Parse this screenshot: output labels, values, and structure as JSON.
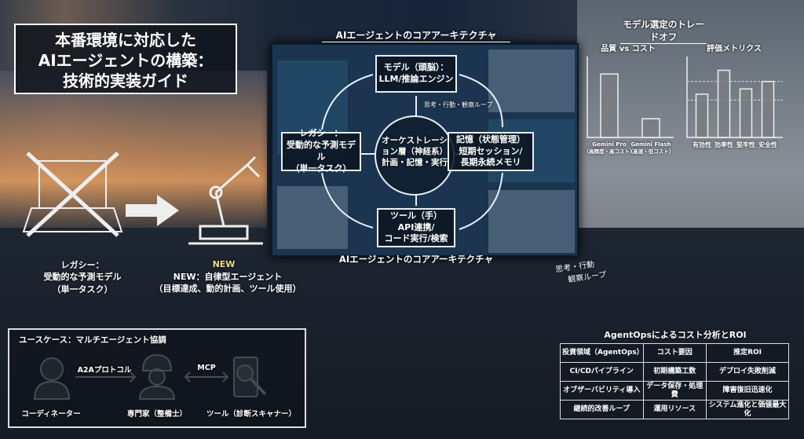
{
  "main_title": {
    "line1": "本番環境に対応した",
    "line2": "AIエージェントの構築：",
    "line3": "技術的実装ガイド"
  },
  "architecture": {
    "title_top": "AIエージェントのコアアーキテクチャ",
    "title_bottom": "AIエージェントのコアアーキテクチャ",
    "model": {
      "line1": "モデル（頭脳）：",
      "line2": "LLM/推論エンジン"
    },
    "loop_label": "思考・行動・観察ループ",
    "legacy": {
      "line1": "レガシー：",
      "line2": "受動的な予測モデル",
      "line3": "（単一タスク）"
    },
    "orchestration": {
      "line1": "オーケストレーシ",
      "line2": "ョン層（神経系）",
      "line3": "計画・記憶・実行"
    },
    "memory": {
      "line1": "記憶（状態管理）",
      "line2": "短期セッション/",
      "line3": "長期永続メモリ"
    },
    "tools": {
      "line1": "ツール（手）",
      "line2": "API連携/",
      "line3": "コード実行/検索"
    }
  },
  "left": {
    "legacy": {
      "line1": "レガシー：",
      "line2": "受動的な予測モデル",
      "line3": "（単一タスク）"
    },
    "new_badge": "NEW",
    "new": {
      "line1": "NEW：自律型エージェント",
      "line2": "（目標達成、動的計画、ツール使用）"
    }
  },
  "handwritten_note": {
    "line1": "思考・行動",
    "line2": "観察ループ"
  },
  "tradeoff": {
    "title": "モデル選定のトレードオフ",
    "charts": [
      {
        "title": "品質 vs コスト",
        "type": "bar",
        "categories": [
          {
            "name": "Gemini Pro",
            "sub": "（高精度・高コスト）"
          },
          {
            "name": "Gemini Flash",
            "sub": "（高速・低コスト）"
          }
        ],
        "values": [
          0.85,
          0.25
        ]
      },
      {
        "title": "評価メトリクス",
        "type": "bar",
        "categories": [
          {
            "name": "有効性",
            "sub": ""
          },
          {
            "name": "効率性",
            "sub": ""
          },
          {
            "name": "堅牢性",
            "sub": ""
          },
          {
            "name": "安全性",
            "sub": ""
          }
        ],
        "values": [
          0.58,
          0.9,
          0.65,
          0.75
        ],
        "gridlines": true
      }
    ]
  },
  "roi": {
    "title": "AgentOpsによるコスト分析とROI",
    "headers": [
      "投資領域（AgentOps）",
      "コスト要因",
      "推定ROI"
    ],
    "rows": [
      [
        "CI/CDパイプライン",
        "初期構築工数",
        "デプロイ失敗削減"
      ],
      [
        "オブザーバビリティ導入",
        "データ保存・処理費",
        "障害復旧迅速化"
      ],
      [
        "継続的改善ループ",
        "運用リソース",
        "システム進化と価値最大化"
      ]
    ]
  },
  "usecase": {
    "title": "ユースケース：マルチエージェント協調",
    "protocol1": "A2Aプロトコル",
    "protocol2": "MCP",
    "actors": [
      "コーディネーター",
      "専門家（整備士）",
      "ツール（診断スキャナー）"
    ]
  },
  "colors": {
    "accent_new": "#f2d98a",
    "line": "#e8eef5",
    "screen": "#1b3550"
  }
}
